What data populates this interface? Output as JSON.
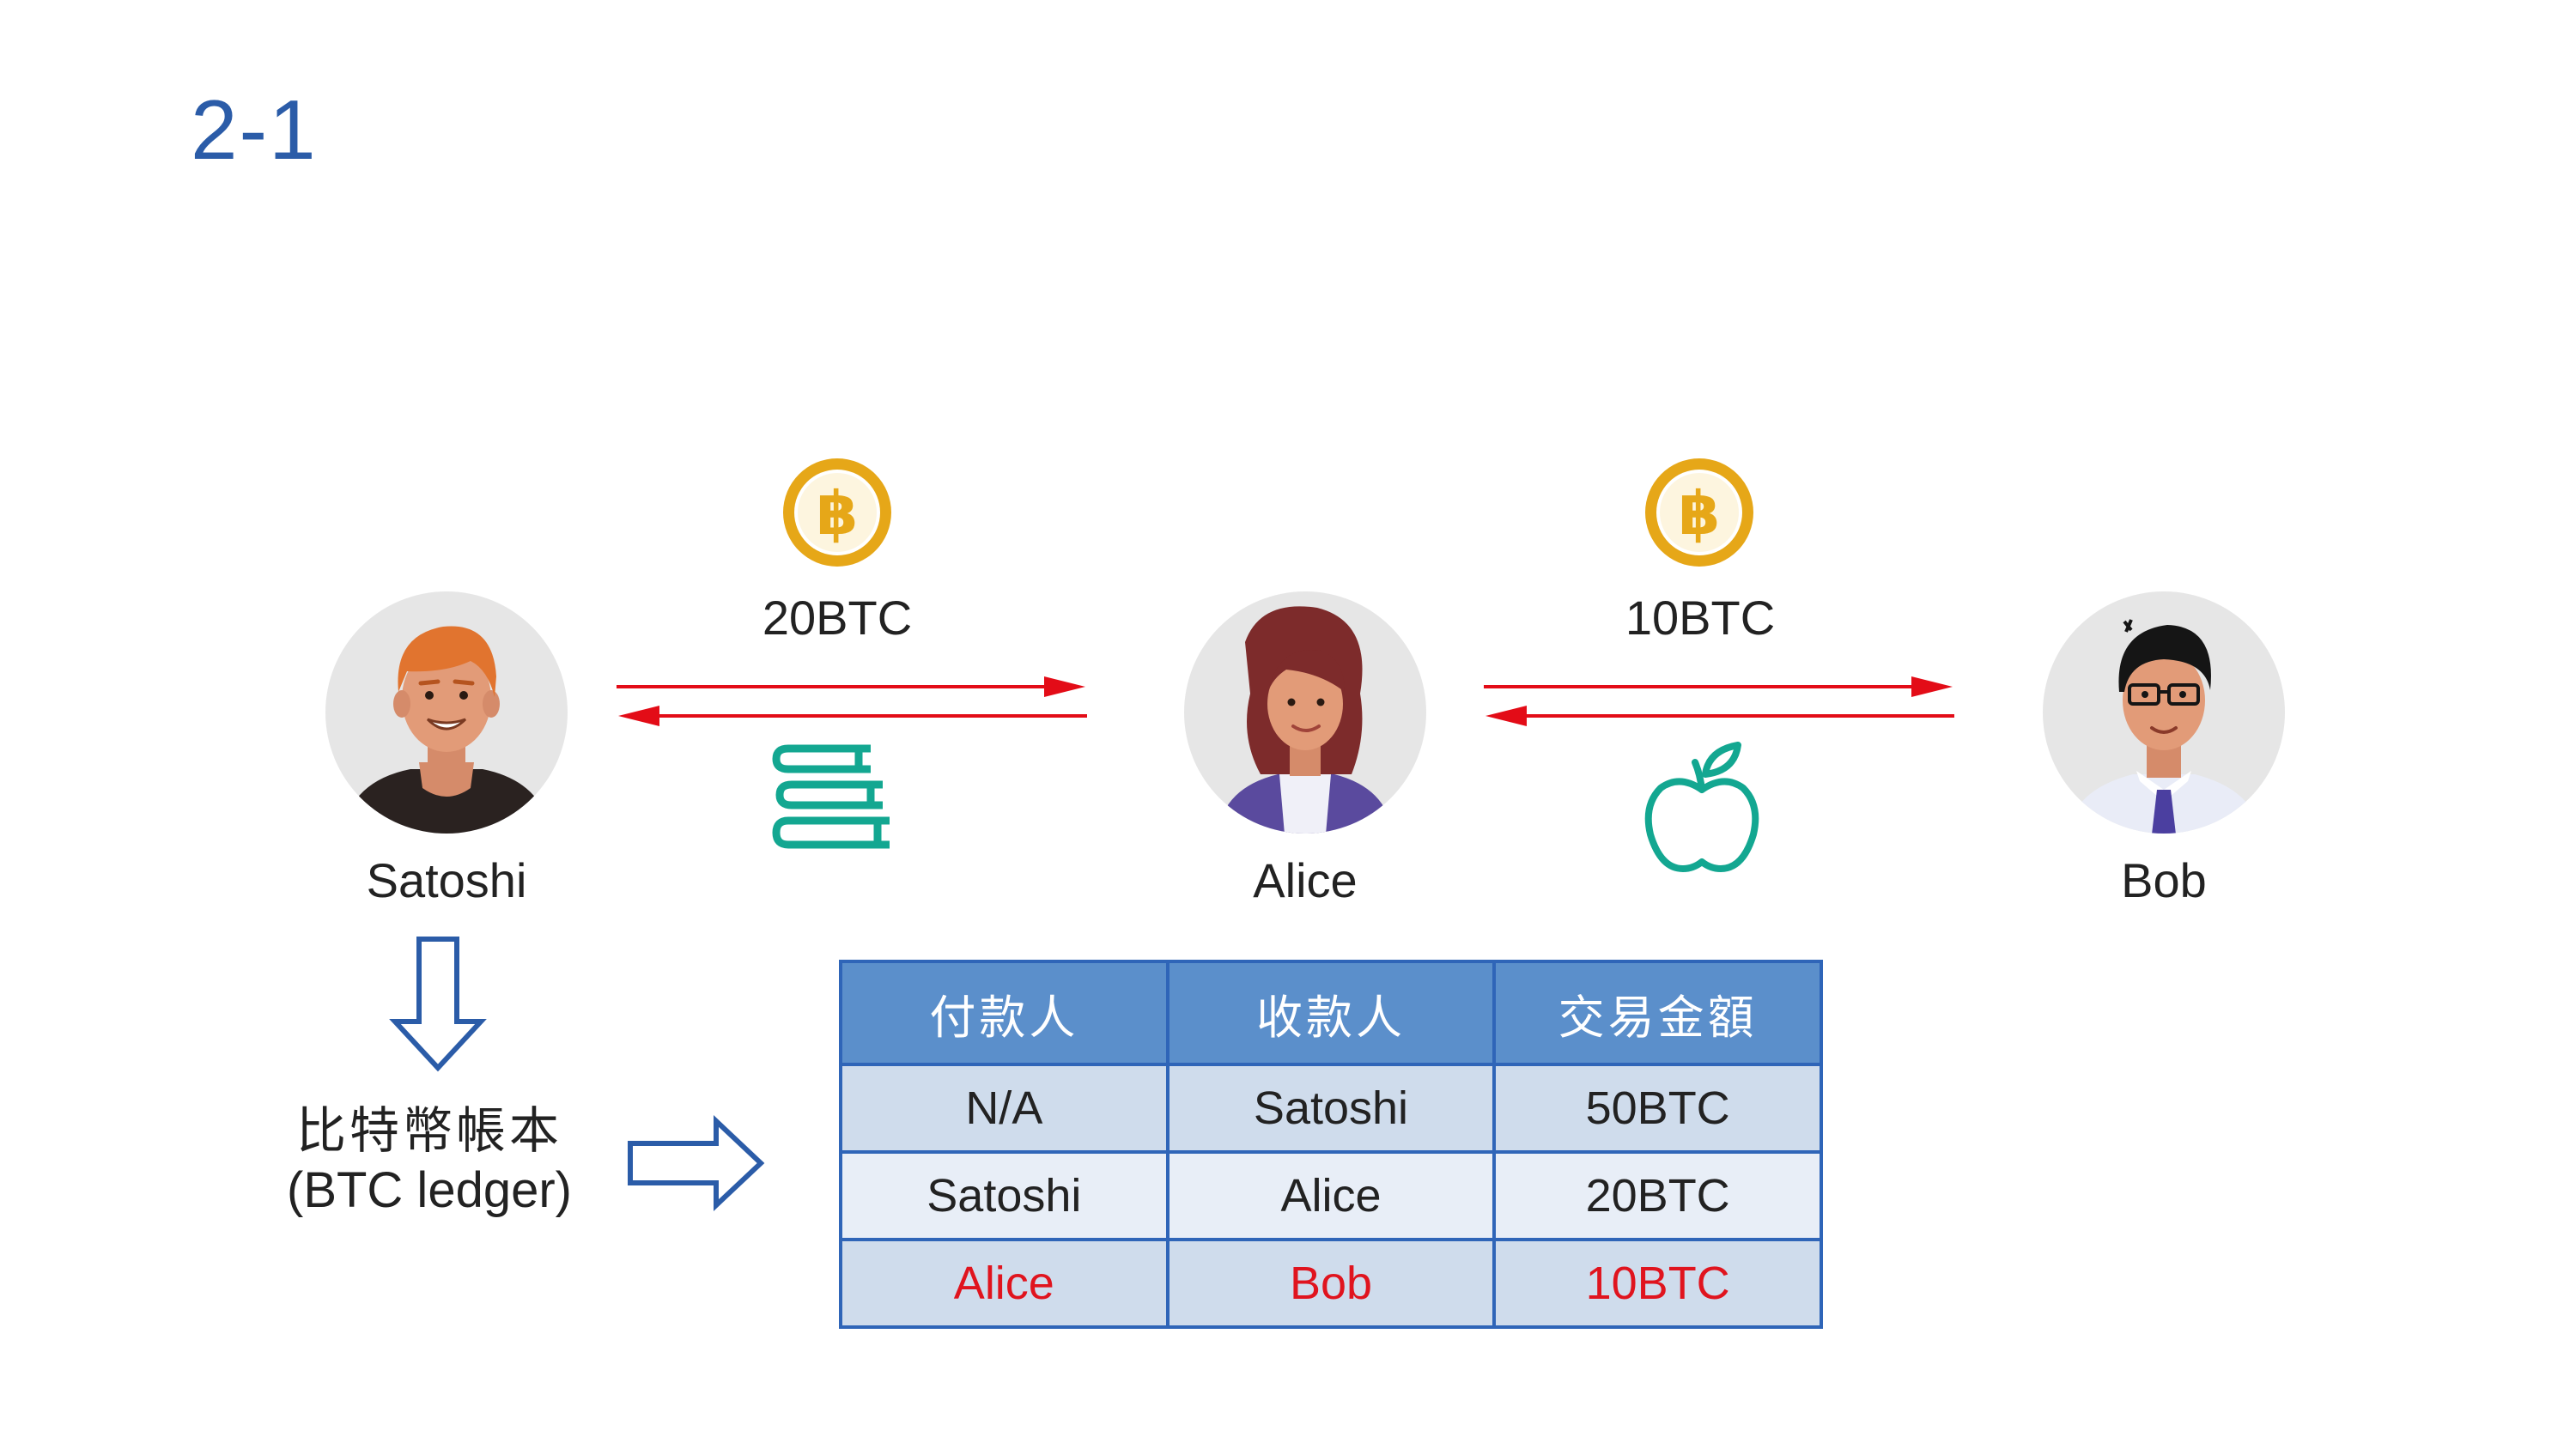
{
  "slide_number": "2-1",
  "colors": {
    "title_blue": "#2b5ca8",
    "arrow_red": "#e30c17",
    "table_header_bg": "#5b8fcb",
    "table_row_dark": "#cfdcec",
    "table_row_light": "#e8eef7",
    "table_border": "#2f65b8",
    "highlight_text": "#e0141e",
    "item_icon": "#13a791",
    "coin_gold": "#e6a718"
  },
  "people": [
    {
      "name": "Satoshi",
      "icon": "man-orange-hair-avatar"
    },
    {
      "name": "Alice",
      "icon": "woman-avatar"
    },
    {
      "name": "Bob",
      "icon": "man-glasses-tie-avatar"
    }
  ],
  "transfers": [
    {
      "amount": "20BTC",
      "coin_icon": "bitcoin-coin-icon",
      "item_icon": "books-icon"
    },
    {
      "amount": "10BTC",
      "coin_icon": "bitcoin-coin-icon",
      "item_icon": "apple-icon"
    }
  ],
  "ledger_label": {
    "line1": "比特幣帳本",
    "line2": "(BTC ledger)"
  },
  "table": {
    "headers": [
      "付款人",
      "收款人",
      "交易金額"
    ],
    "rows": [
      {
        "cells": [
          "N/A",
          "Satoshi",
          "50BTC"
        ],
        "highlight": false
      },
      {
        "cells": [
          "Satoshi",
          "Alice",
          "20BTC"
        ],
        "highlight": false
      },
      {
        "cells": [
          "Alice",
          "Bob",
          "10BTC"
        ],
        "highlight": true
      }
    ]
  }
}
